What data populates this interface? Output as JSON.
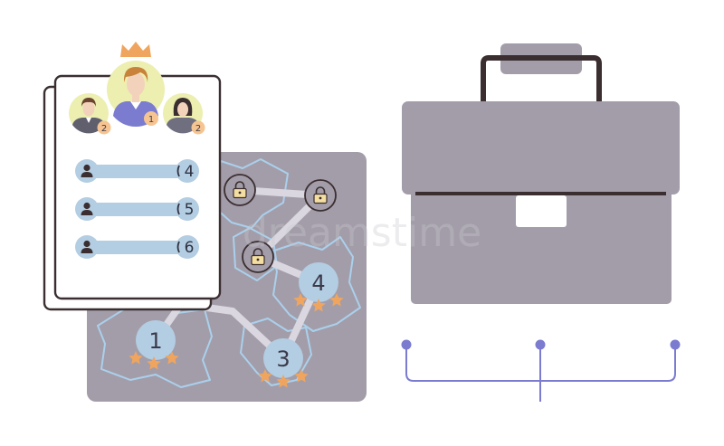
{
  "leaderboard": {
    "players": [
      {
        "rank": "1",
        "crown": true
      },
      {
        "rank": "2"
      },
      {
        "rank": "2"
      }
    ],
    "rows": [
      {
        "points": "4",
        "progress": 0.78
      },
      {
        "points": "5",
        "progress": 0.78
      },
      {
        "points": "6",
        "progress": 0.78
      }
    ]
  },
  "level_map": {
    "levels": [
      {
        "label": "1",
        "stars": 3,
        "state": "completed"
      },
      {
        "label": "3",
        "stars": 3,
        "state": "completed"
      },
      {
        "label": "4",
        "stars": 3,
        "state": "completed"
      }
    ],
    "locked_count": 3
  },
  "briefcase": {
    "icon": "briefcase-icon"
  },
  "timeline": {
    "points": 3
  },
  "watermark": "dreamstime",
  "colors": {
    "panel": "#a39da9",
    "node": "#b3cde2",
    "star": "#f0a55e",
    "bar": "#b3cde2",
    "accent": "#7b7bd0",
    "outline": "#3a2e30"
  }
}
